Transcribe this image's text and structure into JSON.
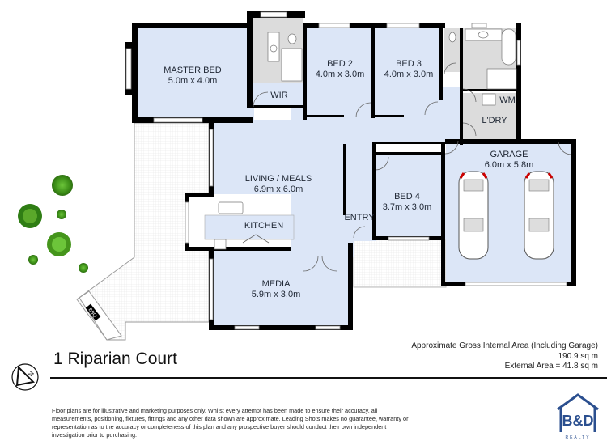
{
  "address": "1 Riparian Court",
  "rooms": [
    {
      "id": "master-bed",
      "name": "MASTER BED",
      "size": "5.0m x 4.0m"
    },
    {
      "id": "wir",
      "name": "WIR",
      "size": ""
    },
    {
      "id": "bed-2",
      "name": "BED 2",
      "size": "4.0m x 3.0m"
    },
    {
      "id": "bed-3",
      "name": "BED 3",
      "size": "4.0m x 3.0m"
    },
    {
      "id": "wm",
      "name": "WM",
      "size": ""
    },
    {
      "id": "laundry",
      "name": "L'DRY",
      "size": ""
    },
    {
      "id": "garage",
      "name": "GARAGE",
      "size": "6.0m x 5.8m"
    },
    {
      "id": "living-meals",
      "name": "LIVING / MEALS",
      "size": "6.9m x 6.0m"
    },
    {
      "id": "kitchen",
      "name": "KITCHEN",
      "size": ""
    },
    {
      "id": "entry",
      "name": "ENTRY",
      "size": ""
    },
    {
      "id": "bed-4",
      "name": "BED 4",
      "size": "3.7m x 3.0m"
    },
    {
      "id": "media",
      "name": "MEDIA",
      "size": "5.9m x 3.0m"
    }
  ],
  "bbq_label": "BBQ",
  "compass_label": "N",
  "area": {
    "line1": "Approximate Gross Internal Area (Including Garage)",
    "line2": "190.9 sq m",
    "line3": "External Area = 41.8 sq m"
  },
  "disclaimer": "Floor plans are for illustrative and marketing purposes only. Whilst every attempt has been made to ensure their accuracy, all measurements, positioning, fixtures, fittings and any other data shown are approximate. Leading Shots makes no guarantee, warranty or representation as to the accuracy or completeness of this plan and any prospective buyer should conduct their own independent investigation prior to purchasing.",
  "logo": {
    "mark": "B&D",
    "sub": "REALTY"
  },
  "colors": {
    "room_fill": "#dce6f7",
    "wet_fill": "#dcdcdc",
    "wall": "#000000",
    "deck": "#f6f6f6",
    "logo": "#2b4f8f",
    "tree": "#4a9d1e"
  }
}
